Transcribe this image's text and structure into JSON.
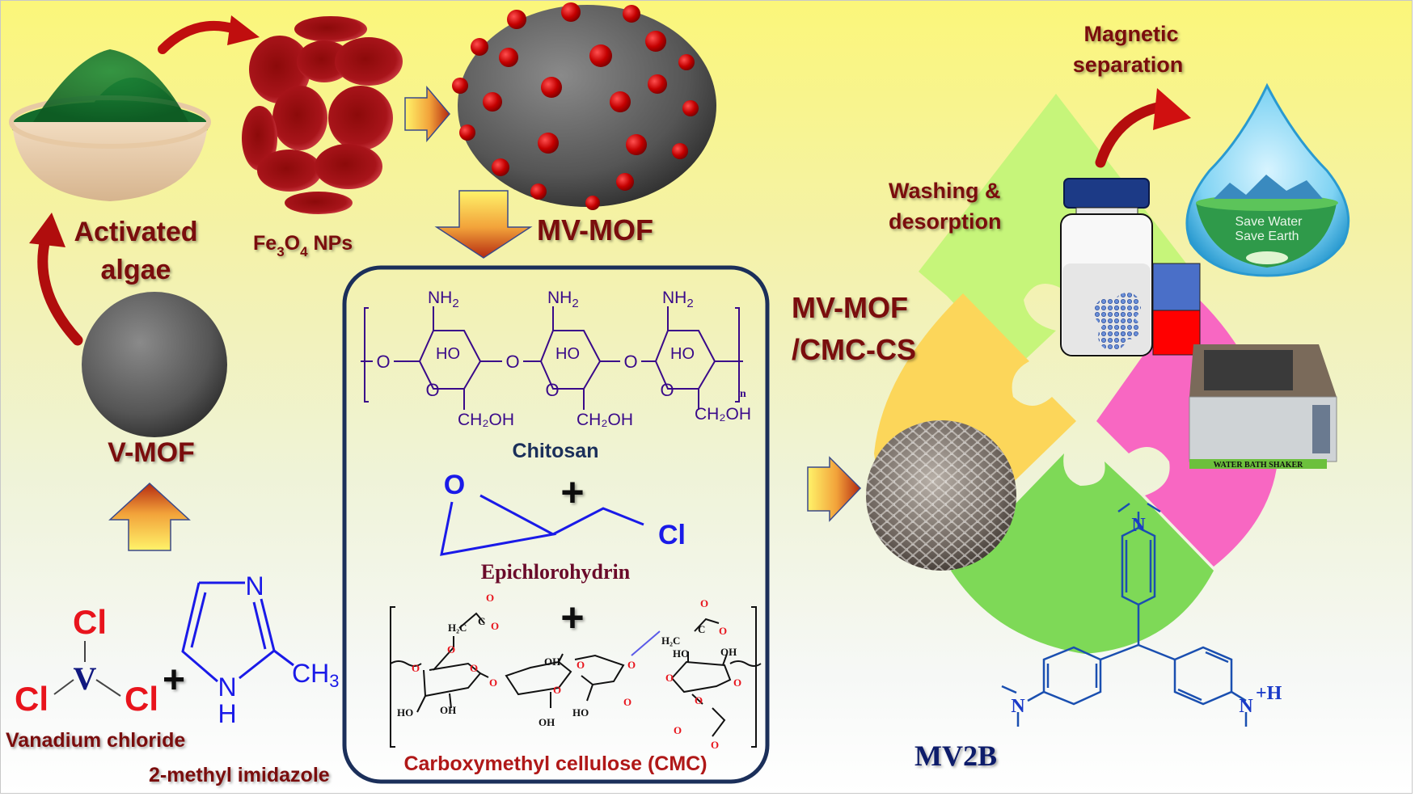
{
  "labels": {
    "activated_algae_line1": "Activated",
    "activated_algae_line2": "algae",
    "fe3o4_prefix": "Fe",
    "fe3o4_sub1": "3",
    "fe3o4_mid": "O",
    "fe3o4_sub2": "4",
    "fe3o4_suffix": " NPs",
    "mv_mof": "MV-MOF",
    "v_mof": "V-MOF",
    "vanadium_chloride": "Vanadium chloride",
    "methyl_imidazole": "2-methyl imidazole",
    "composite_line1": "MV-MOF",
    "composite_line2": "/CMC-CS",
    "washing_line1": "Washing &",
    "washing_line2": "desorption",
    "magnetic_line1": "Magnetic",
    "magnetic_line2": "separation",
    "save_water_line1": "Save Water",
    "save_water_line2": "Save Earth",
    "water_bath": "WATER BATH SHAKER",
    "dye": "MV2B"
  },
  "box": {
    "chitosan": "Chitosan",
    "epichlorohydrin": "Epichlorohydrin",
    "cmc": "Carboxymethyl cellulose (CMC)",
    "plus": "+"
  },
  "atoms": {
    "cl": "Cl",
    "v": "V",
    "n": "N",
    "h": "H",
    "ch3": "CH",
    "ch3_sub": "3",
    "nh2": "NH",
    "nh2_sub": "2",
    "ho": "HO",
    "oh": "OH",
    "o": "O",
    "ch2oh": "CH₂OH",
    "n_index": "n",
    "h2c": "H₂C",
    "c": "C",
    "nplus": "N",
    "plus_h": "+H"
  },
  "colors": {
    "label_red": "#7a0b0b",
    "box_border": "#1b2f5a",
    "chitosan_purple": "#3a0a8a",
    "chem_blue": "#0a14e0",
    "puzzle_green_light": "#c6f57a",
    "puzzle_yellow": "#fcd65a",
    "puzzle_pink": "#f867c2",
    "puzzle_green": "#7ed957",
    "dye_blue": "#1a4fb0"
  }
}
